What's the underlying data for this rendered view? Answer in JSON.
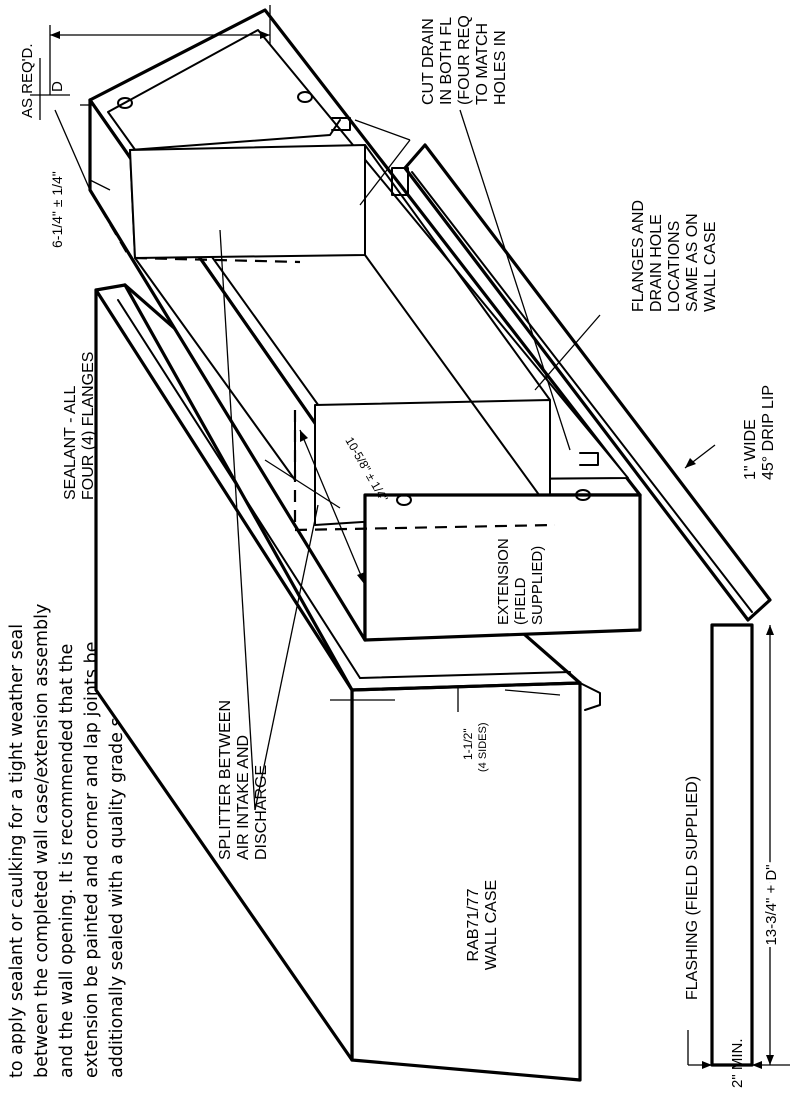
{
  "note": {
    "lines": [
      "to apply sealant or caulking for a tight weather seal",
      "between the completed wall case/extension assembly",
      "and the wall opening. It is recommended that the",
      "extension be painted and corner and lap joints be",
      "additionally sealed with a quality grade sealant."
    ]
  },
  "labels": {
    "splitter": [
      "SPLITTER BETWEEN",
      "AIR INTAKE AND",
      "DISCHARGE"
    ],
    "wall_case": [
      "RAB71/77",
      "WALL CASE"
    ],
    "sealant": [
      "SEALANT - ALL",
      "FOUR (4) FLANGES"
    ],
    "extension": [
      "EXTENSION",
      "(FIELD",
      "SUPPLIED)"
    ],
    "flashing": "FLASHING (FIELD SUPPLIED)",
    "two_min": "2\" MIN.",
    "dim_13": "13-3/4\" + D\"",
    "drip_lip": [
      "1\" WIDE",
      "45° DRIP LIP"
    ],
    "flanges_drain": [
      "FLANGES AND",
      "DRAIN HOLE",
      "LOCATIONS",
      "SAME AS ON",
      "WALL CASE"
    ],
    "cut_drain": [
      "CUT DRAIN",
      "IN BOTH FL",
      "(FOUR REQ",
      "TO MATCH",
      "HOLES IN"
    ],
    "as_reqd": "AS REQ'D.",
    "d_marker": "D",
    "dim_6": "6-1/4\" ± 1/4\"",
    "dim_10": "10-5/8\" ± 1/4\"",
    "dim_1half": "1-1/2\"",
    "four_sides": "(4 SIDES)"
  }
}
